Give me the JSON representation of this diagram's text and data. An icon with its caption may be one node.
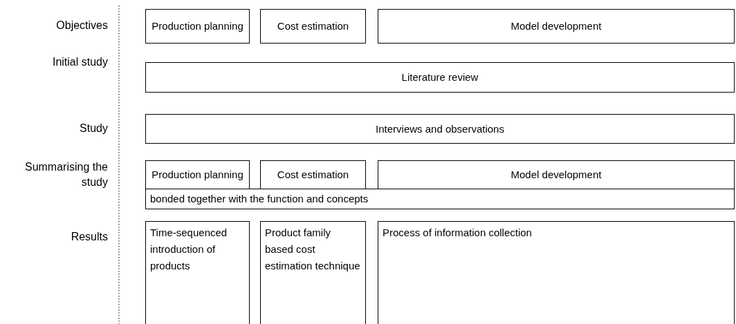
{
  "diagram": {
    "nodes": [
      {
        "text": [
          "Production planning"
        ]
      },
      {
        "text": [
          "Cost estimation"
        ]
      },
      {
        "text": [
          "Model development"
        ]
      },
      {
        "text": [
          "Literature review"
        ]
      },
      {
        "text": [
          "Interviews and observations"
        ]
      },
      {
        "text": [
          "Production planning"
        ]
      },
      {
        "text": [
          "Cost estimation"
        ]
      },
      {
        "text": [
          "Model development"
        ]
      },
      {
        "text": [
          "bonded together with the function and concepts"
        ]
      },
      {
        "text": [
          "Time-sequenced introduction of products"
        ]
      },
      {
        "text": [
          "Product family based cost estimation technique"
        ]
      },
      {
        "text": [
          "Process of information collection"
        ]
      }
    ],
    "labels": [
      "Objectives",
      "Initial study",
      "Study",
      "Summarising the study",
      "Results"
    ]
  }
}
